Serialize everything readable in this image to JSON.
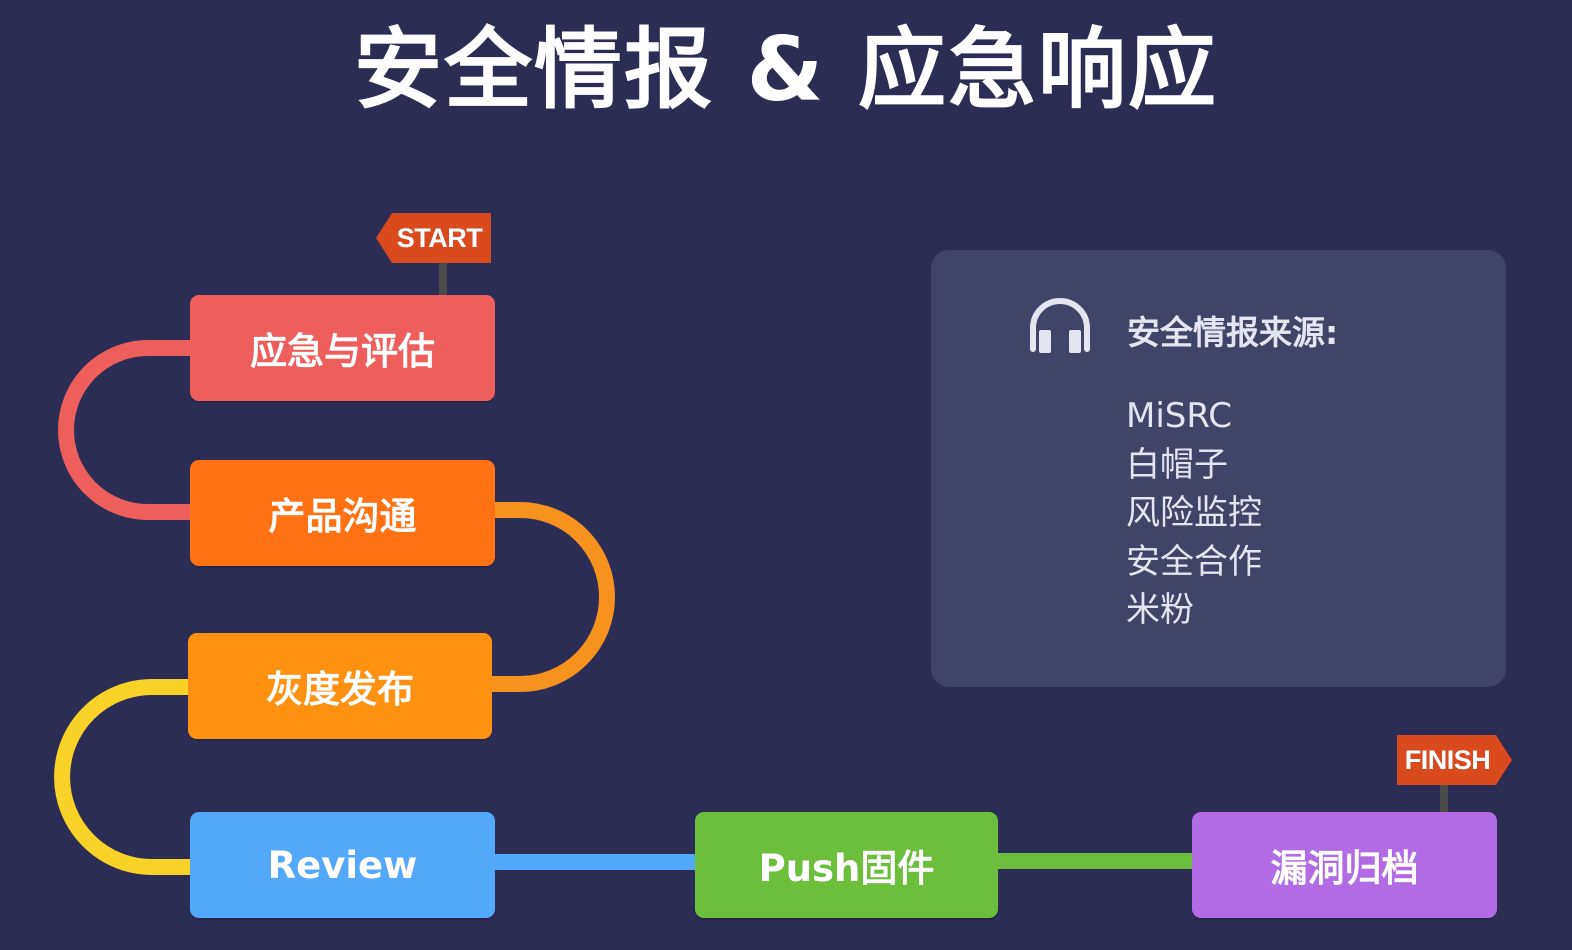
{
  "title": "安全情报 & 应急响应",
  "flags": {
    "start": "START",
    "finish": "FINISH"
  },
  "steps": [
    {
      "label": "应急与评估",
      "color": "#ee5f5b"
    },
    {
      "label": "产品沟通",
      "color": "#ff7214"
    },
    {
      "label": "灰度发布",
      "color": "#ff9112"
    },
    {
      "label": "Review",
      "color": "#53a8f9"
    },
    {
      "label": "Push固件",
      "color": "#6cbf3d"
    },
    {
      "label": "漏洞归档",
      "color": "#b36be3"
    }
  ],
  "connector_colors": [
    "#ee5f5b",
    "#f7921e",
    "#f9d228",
    "#53a8f9",
    "#6cbf3d"
  ],
  "panel": {
    "icon": "headphones-icon",
    "heading": "安全情报来源:",
    "sources": [
      "MiSRC",
      "白帽子",
      "风险监控",
      "安全合作",
      "米粉"
    ]
  }
}
